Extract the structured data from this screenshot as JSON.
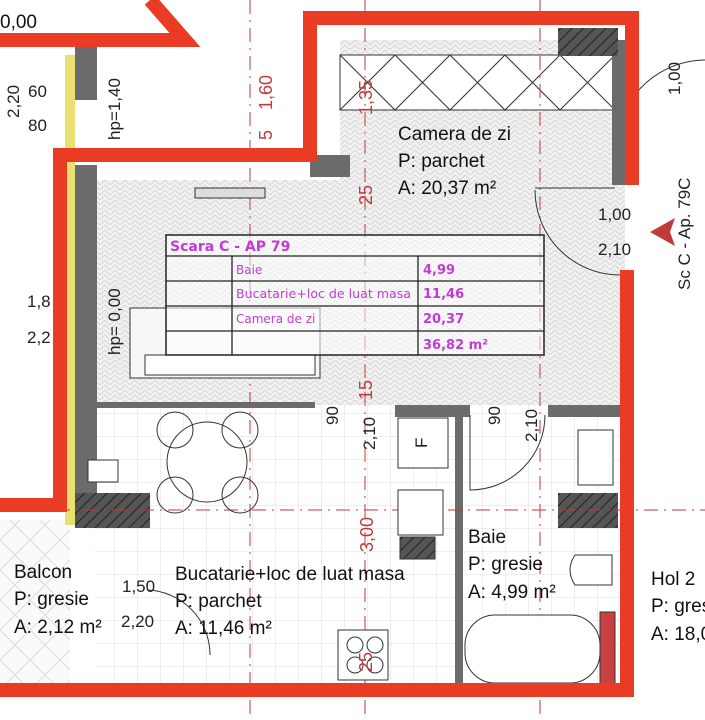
{
  "plan": {
    "level_label": "0,00",
    "colors": {
      "outline": "#ea3b24",
      "wall": "#6b6b6b",
      "table_text": "#c23bd4",
      "dimension_red": "#c0393b"
    },
    "dimensions": {
      "d_2_20_top": "2,20",
      "d_60": "60",
      "d_80": "80",
      "hp_1_40": "hp=1,40",
      "d_1_60": "1,60",
      "d_5": "5",
      "d_1_35": "1,35",
      "d_25": "25",
      "door_w": "1,00",
      "door_h": "2,10",
      "d_1_00_right": "1,00",
      "d_1_8": "1,8",
      "d_2_2": "2,2",
      "hp_0_00": "hp= 0,00",
      "d_15": "15",
      "d_90_a": "90",
      "d_2_10_a": "2,10",
      "d_90_b": "90",
      "d_2_10_b": "2,10",
      "d_3_00": "3,00",
      "d_1_50": "1,50",
      "d_2_20_bal": "2,20",
      "d_25_bottom": "25"
    },
    "entrance_label": "Sc C - Ap. 79C",
    "rooms": [
      {
        "name": "Camera de zi",
        "floor": "P: parchet",
        "area": "A: 20,37 m²"
      },
      {
        "name": "Bucatarie+loc de luat masa",
        "floor": "P: parchet",
        "area": "A: 11,46 m²"
      },
      {
        "name": "Baie",
        "floor": "P: gresie",
        "area": "A: 4,99 m²"
      },
      {
        "name": "Balcon",
        "floor": "P: gresie",
        "area": "A: 2,12 m²"
      },
      {
        "name": "Hol 2",
        "floor": "P: gres",
        "area": "A: 18,0"
      }
    ],
    "fridge_label": "F",
    "area_table": {
      "title": "Scara C - AP 79",
      "rows": [
        {
          "room": "Baie",
          "area": "4,99"
        },
        {
          "room": "Bucatarie+loc de luat masa",
          "area": "11,46"
        },
        {
          "room": "Camera de zi",
          "area": "20,37"
        }
      ],
      "total": "36,82 m²"
    }
  }
}
